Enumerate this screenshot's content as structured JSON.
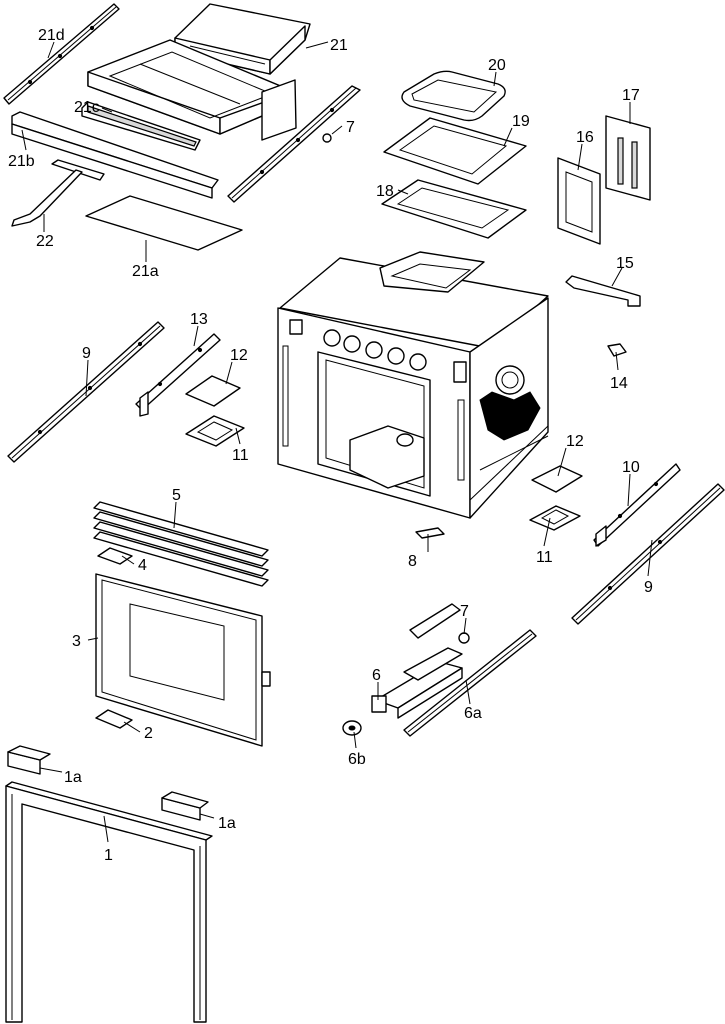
{
  "callouts": {
    "c1": "1",
    "c1a_left": "1a",
    "c1a_right": "1a",
    "c2": "2",
    "c3": "3",
    "c4": "4",
    "c5": "5",
    "c6": "6",
    "c6a": "6a",
    "c6b": "6b",
    "c7_top": "7",
    "c7_bottom": "7",
    "c8": "8",
    "c9_left": "9",
    "c9_right": "9",
    "c10": "10",
    "c11_left": "11",
    "c11_right": "11",
    "c12_left": "12",
    "c12_right": "12",
    "c13": "13",
    "c14": "14",
    "c15": "15",
    "c16": "16",
    "c17": "17",
    "c18": "18",
    "c19": "19",
    "c20": "20",
    "c21": "21",
    "c21a": "21a",
    "c21b": "21b",
    "c21c": "21c",
    "c21d": "21d",
    "c22": "22"
  }
}
